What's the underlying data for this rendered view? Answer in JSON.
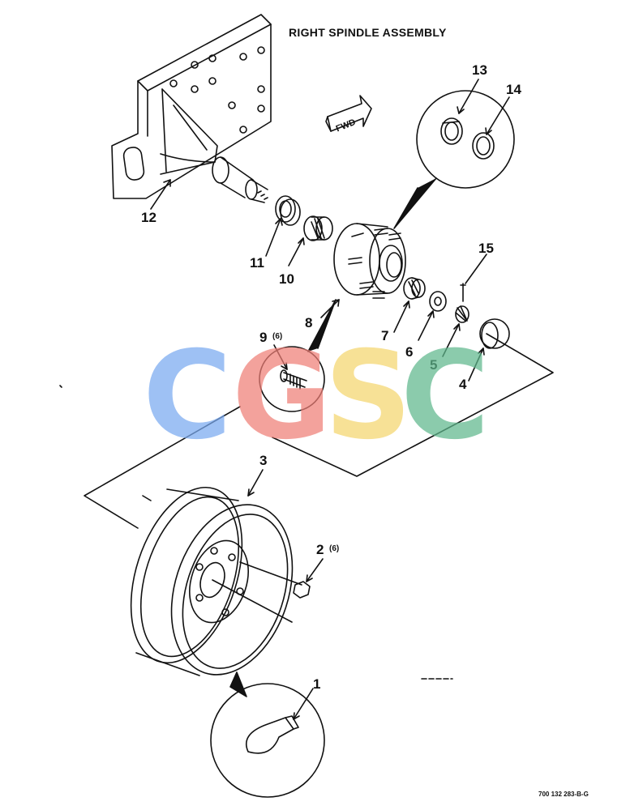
{
  "title": "RIGHT SPINDLE ASSEMBLY",
  "document_number": "700 132 283-B-G",
  "fwd_label": "FWD",
  "callouts": [
    {
      "id": "1",
      "label": "1",
      "qty": ""
    },
    {
      "id": "2",
      "label": "2",
      "qty": "(6)"
    },
    {
      "id": "3",
      "label": "3",
      "qty": ""
    },
    {
      "id": "4",
      "label": "4",
      "qty": ""
    },
    {
      "id": "5",
      "label": "5",
      "qty": ""
    },
    {
      "id": "6",
      "label": "6",
      "qty": ""
    },
    {
      "id": "7",
      "label": "7",
      "qty": ""
    },
    {
      "id": "8",
      "label": "8",
      "qty": ""
    },
    {
      "id": "9",
      "label": "9",
      "qty": "(6)"
    },
    {
      "id": "10",
      "label": "10",
      "qty": ""
    },
    {
      "id": "11",
      "label": "11",
      "qty": ""
    },
    {
      "id": "12",
      "label": "12",
      "qty": ""
    },
    {
      "id": "13",
      "label": "13",
      "qty": ""
    },
    {
      "id": "14",
      "label": "14",
      "qty": ""
    },
    {
      "id": "15",
      "label": "15",
      "qty": ""
    }
  ],
  "watermark": {
    "letters": [
      "C",
      "G",
      "S",
      "C"
    ],
    "colors": [
      "#7aaaf0",
      "#ef7f77",
      "#f5d66e",
      "#5fb88d"
    ]
  }
}
